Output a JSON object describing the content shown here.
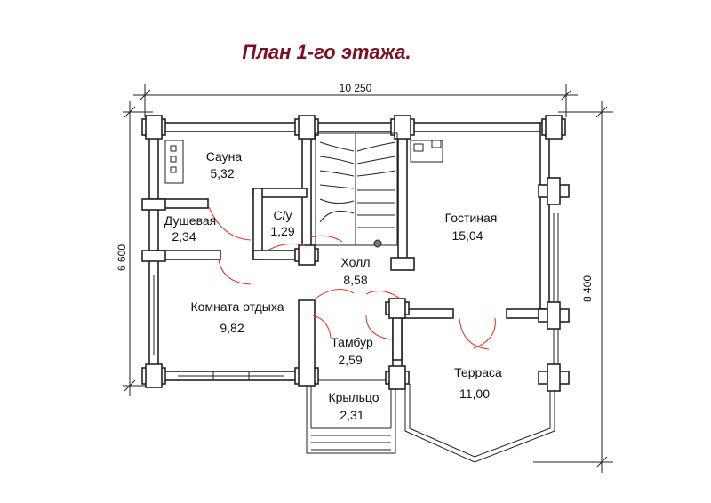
{
  "title": "План 1-го этажа.",
  "dimensions": {
    "width": "10 250",
    "depth": "6 600",
    "depth_with_terrace": "8 400"
  },
  "rooms": [
    {
      "name": "Сауна",
      "area": "5,32"
    },
    {
      "name": "Душевая",
      "area": "2,34"
    },
    {
      "name": "С/у",
      "area": "1,29"
    },
    {
      "name": "Гостиная",
      "area": "15,04"
    },
    {
      "name": "Холл",
      "area": "8,58"
    },
    {
      "name": "Комната отдыха",
      "area": "9,82"
    },
    {
      "name": "Тамбур",
      "area": "2,59"
    },
    {
      "name": "Терраса",
      "area": "11,00"
    },
    {
      "name": "Крыльцо",
      "area": "2,31"
    }
  ],
  "colors": {
    "title": "#7b1122",
    "door_swing": "#e03a2c",
    "wall": "#222222"
  }
}
